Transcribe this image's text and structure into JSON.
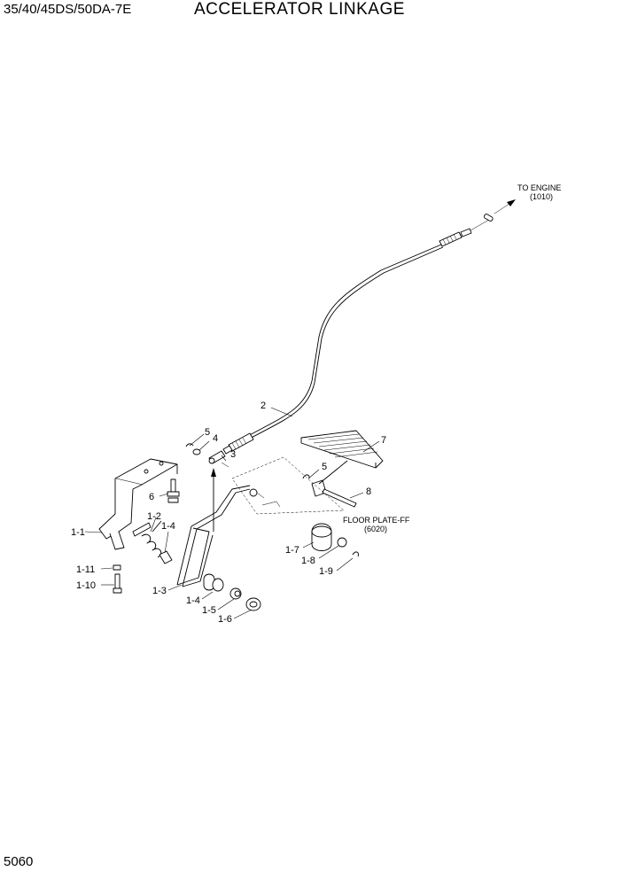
{
  "header": {
    "model": "35/40/45DS/50DA-7E",
    "title": "ACCELERATOR LINKAGE"
  },
  "footer": {
    "page_number": "5060"
  },
  "callouts": {
    "p2": "2",
    "p3": "3",
    "p4": "4",
    "p5_top": "5",
    "p6": "6",
    "p7": "7",
    "p5_pedal": "5",
    "p8": "8",
    "p1_1": "1-1",
    "p1_2": "1-2",
    "p1_4_top": "1-4",
    "p1_3": "1-3",
    "p1_4_bottom": "1-4",
    "p1_5": "1-5",
    "p1_6": "1-6",
    "p1_7": "1-7",
    "p1_8": "1-8",
    "p1_9": "1-9",
    "p1_10": "1-10",
    "p1_11": "1-11"
  },
  "notes": {
    "to_engine": "TO ENGINE",
    "to_engine_ref": "(1010)",
    "floor_plate": "FLOOR PLATE-FF",
    "floor_plate_ref": "(6020)"
  }
}
